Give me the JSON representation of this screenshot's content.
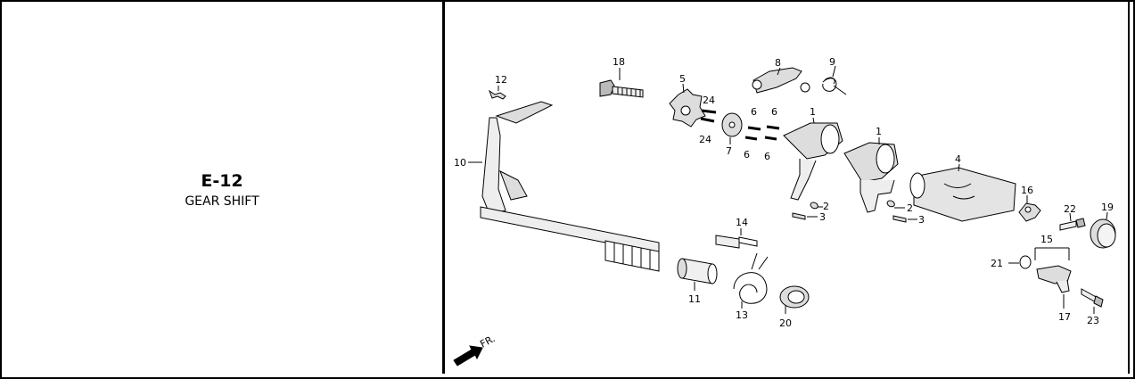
{
  "section": {
    "code": "E-12",
    "title": "GEAR SHIFT"
  },
  "diagram": {
    "direction_label": "FR.",
    "callouts": [
      "12",
      "18",
      "5",
      "24",
      "24",
      "8",
      "9",
      "6",
      "6",
      "6",
      "6",
      "7",
      "1",
      "1",
      "10",
      "4",
      "16",
      "2",
      "3",
      "2",
      "3",
      "22",
      "19",
      "14",
      "15",
      "21",
      "11",
      "13",
      "20",
      "17",
      "23"
    ]
  }
}
